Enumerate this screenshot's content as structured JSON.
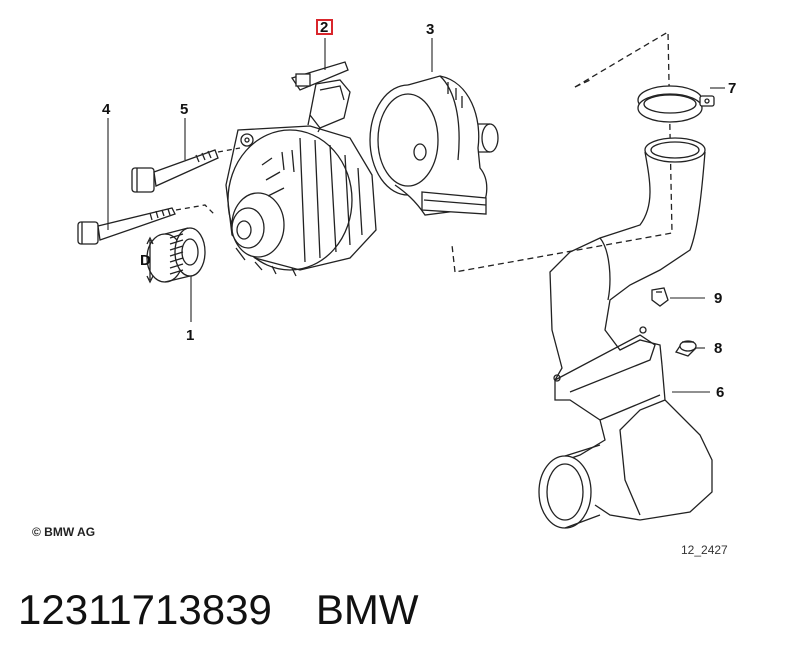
{
  "callouts": {
    "c1": "1",
    "c2": "2",
    "c3": "3",
    "c4": "4",
    "c5": "5",
    "c6": "6",
    "c7": "7",
    "c8": "8",
    "c9": "9"
  },
  "dimension_label": "D",
  "copyright": "© BMW AG",
  "drawing_number": "12_2427",
  "footer": {
    "part_number": "12311713839",
    "brand": "BMW"
  },
  "colors": {
    "highlight_box": "#d9262c",
    "line": "#222222"
  }
}
